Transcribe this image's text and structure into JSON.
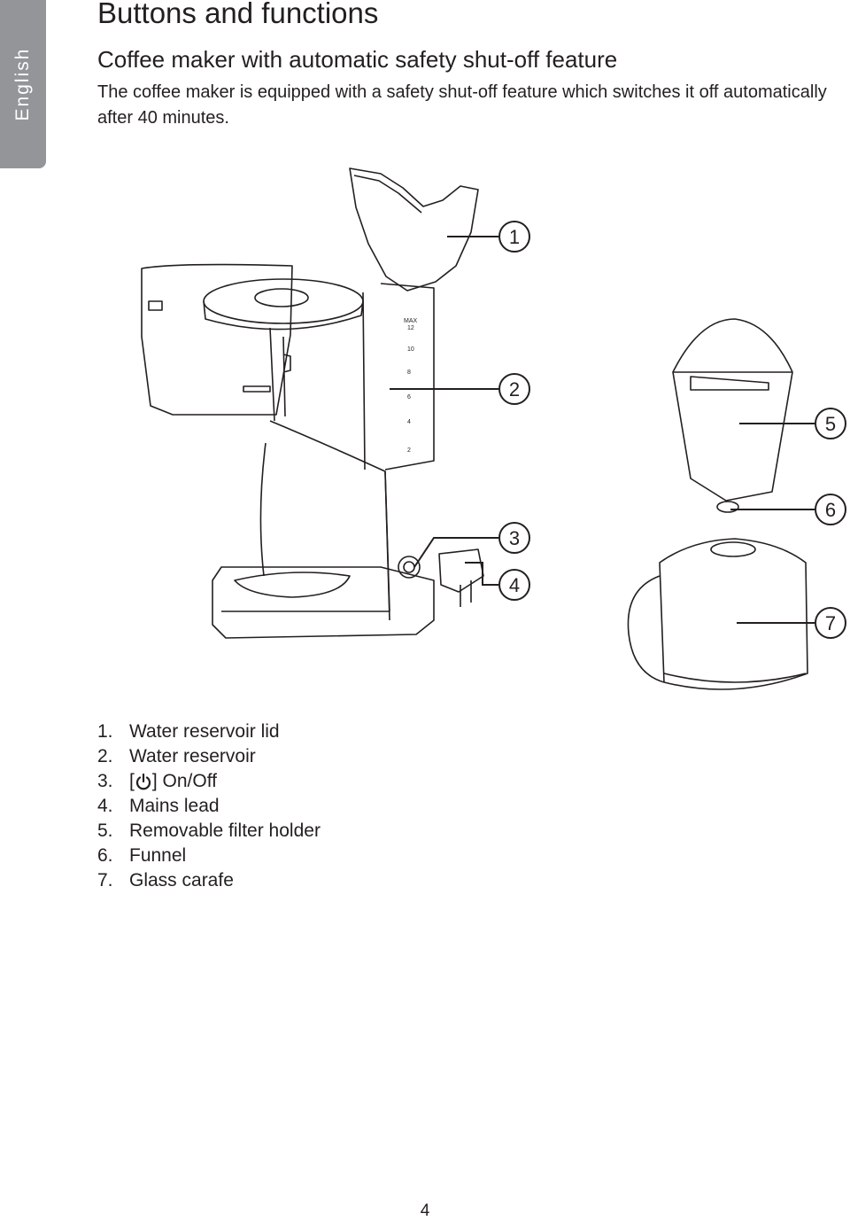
{
  "side_tab": {
    "label": "English"
  },
  "title": "Buttons and functions",
  "subtitle": "Coffee maker with automatic safety shut-off feature",
  "intro": "The coffee maker is equipped with a safety shut-off feature which switches it off automatically after 40 minutes.",
  "figure": {
    "callouts": [
      "1",
      "2",
      "3",
      "4",
      "5",
      "6",
      "7"
    ],
    "scale": {
      "max": "MAX",
      "marks": [
        "12",
        "10",
        "8",
        "6",
        "4",
        "2"
      ]
    }
  },
  "legend": [
    {
      "num": "1.",
      "text": "Water reservoir lid"
    },
    {
      "num": "2.",
      "text": "Water reservoir"
    },
    {
      "num": "3.",
      "text": "[",
      "icon": "power-icon",
      "after": "] On/Off"
    },
    {
      "num": "4.",
      "text": "Mains lead"
    },
    {
      "num": "5.",
      "text": "Removable filter holder"
    },
    {
      "num": "6.",
      "text": "Funnel"
    },
    {
      "num": "7.",
      "text": "Glass carafe"
    }
  ],
  "page_number": "4"
}
